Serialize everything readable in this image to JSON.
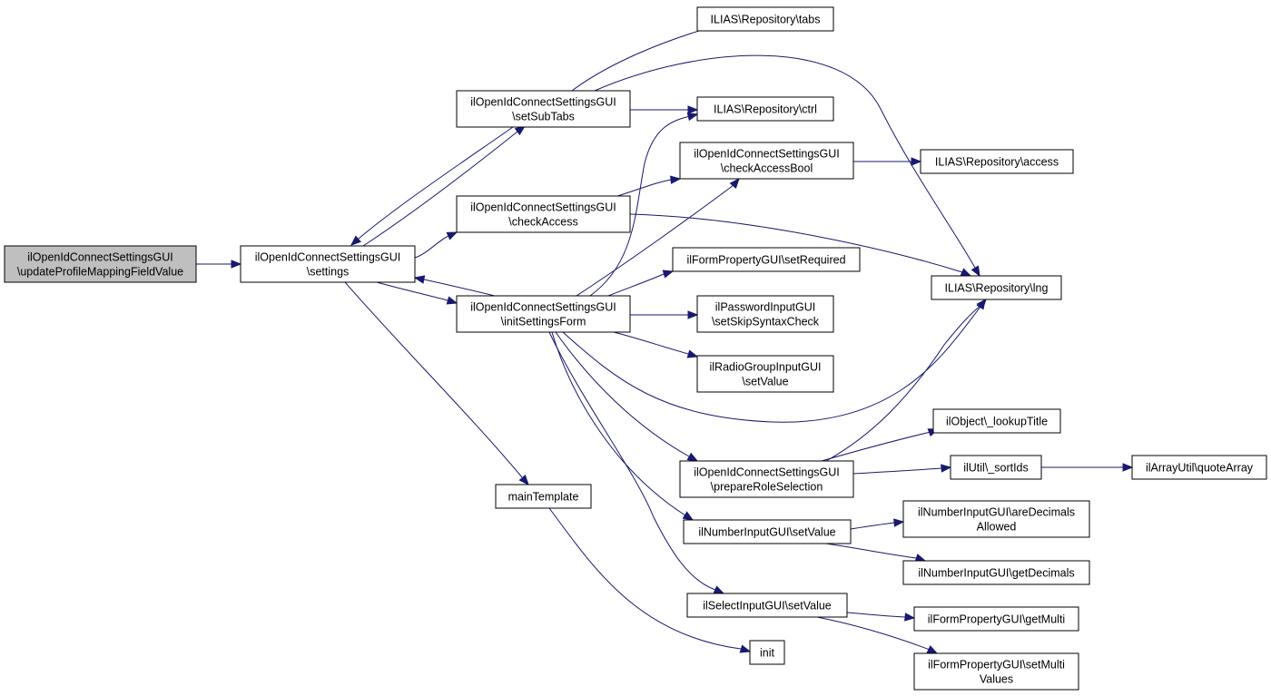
{
  "nodes": {
    "root": {
      "lines": [
        "ilOpenIdConnectSettingsGUI",
        "\\updateProfileMappingFieldValue"
      ]
    },
    "settings": {
      "lines": [
        "ilOpenIdConnectSettingsGUI",
        "\\settings"
      ]
    },
    "setSubTabs": {
      "lines": [
        "ilOpenIdConnectSettingsGUI",
        "\\setSubTabs"
      ]
    },
    "checkAccess": {
      "lines": [
        "ilOpenIdConnectSettingsGUI",
        "\\checkAccess"
      ]
    },
    "initSettingsForm": {
      "lines": [
        "ilOpenIdConnectSettingsGUI",
        "\\initSettingsForm"
      ]
    },
    "mainTemplate": {
      "lines": [
        "mainTemplate"
      ]
    },
    "tabs": {
      "lines": [
        "ILIAS\\Repository\\tabs"
      ]
    },
    "ctrl": {
      "lines": [
        "ILIAS\\Repository\\ctrl"
      ]
    },
    "checkAccessBool": {
      "lines": [
        "ilOpenIdConnectSettingsGUI",
        "\\checkAccessBool"
      ]
    },
    "setRequired": {
      "lines": [
        "ilFormPropertyGUI\\setRequired"
      ]
    },
    "setSkipSyntaxCheck": {
      "lines": [
        "ilPasswordInputGUI",
        "\\setSkipSyntaxCheck"
      ]
    },
    "radioSetValue": {
      "lines": [
        "ilRadioGroupInputGUI",
        "\\setValue"
      ]
    },
    "prepareRoleSelection": {
      "lines": [
        "ilOpenIdConnectSettingsGUI",
        "\\prepareRoleSelection"
      ]
    },
    "numberSetValue": {
      "lines": [
        "ilNumberInputGUI\\setValue"
      ]
    },
    "selectSetValue": {
      "lines": [
        "ilSelectInputGUI\\setValue"
      ]
    },
    "init": {
      "lines": [
        "init"
      ]
    },
    "access": {
      "lines": [
        "ILIAS\\Repository\\access"
      ]
    },
    "lng": {
      "lines": [
        "ILIAS\\Repository\\lng"
      ]
    },
    "lookupTitle": {
      "lines": [
        "ilObject\\_lookupTitle"
      ]
    },
    "sortIds": {
      "lines": [
        "ilUtil\\_sortIds"
      ]
    },
    "quoteArray": {
      "lines": [
        "ilArrayUtil\\quoteArray"
      ]
    },
    "areDecimalsAllowed": {
      "lines": [
        "ilNumberInputGUI\\areDecimals",
        "Allowed"
      ]
    },
    "getDecimals": {
      "lines": [
        "ilNumberInputGUI\\getDecimals"
      ]
    },
    "getMulti": {
      "lines": [
        "ilFormPropertyGUI\\getMulti"
      ]
    },
    "setMultiValues": {
      "lines": [
        "ilFormPropertyGUI\\setMulti",
        "Values"
      ]
    }
  },
  "edges": [
    [
      "root",
      "settings"
    ],
    [
      "settings",
      "setSubTabs"
    ],
    [
      "settings",
      "checkAccess"
    ],
    [
      "settings",
      "initSettingsForm"
    ],
    [
      "settings",
      "mainTemplate"
    ],
    [
      "setSubTabs",
      "settings"
    ],
    [
      "setSubTabs",
      "tabs"
    ],
    [
      "setSubTabs",
      "ctrl"
    ],
    [
      "setSubTabs",
      "lng"
    ],
    [
      "checkAccess",
      "checkAccessBool"
    ],
    [
      "checkAccess",
      "lng"
    ],
    [
      "initSettingsForm",
      "settings"
    ],
    [
      "initSettingsForm",
      "ctrl"
    ],
    [
      "initSettingsForm",
      "checkAccessBool"
    ],
    [
      "initSettingsForm",
      "setRequired"
    ],
    [
      "initSettingsForm",
      "setSkipSyntaxCheck"
    ],
    [
      "initSettingsForm",
      "radioSetValue"
    ],
    [
      "initSettingsForm",
      "lng"
    ],
    [
      "initSettingsForm",
      "prepareRoleSelection"
    ],
    [
      "initSettingsForm",
      "numberSetValue"
    ],
    [
      "initSettingsForm",
      "selectSetValue"
    ],
    [
      "checkAccessBool",
      "access"
    ],
    [
      "prepareRoleSelection",
      "lookupTitle"
    ],
    [
      "prepareRoleSelection",
      "sortIds"
    ],
    [
      "prepareRoleSelection",
      "lng"
    ],
    [
      "sortIds",
      "quoteArray"
    ],
    [
      "numberSetValue",
      "areDecimalsAllowed"
    ],
    [
      "numberSetValue",
      "getDecimals"
    ],
    [
      "selectSetValue",
      "getMulti"
    ],
    [
      "selectSetValue",
      "setMultiValues"
    ],
    [
      "mainTemplate",
      "init"
    ]
  ]
}
